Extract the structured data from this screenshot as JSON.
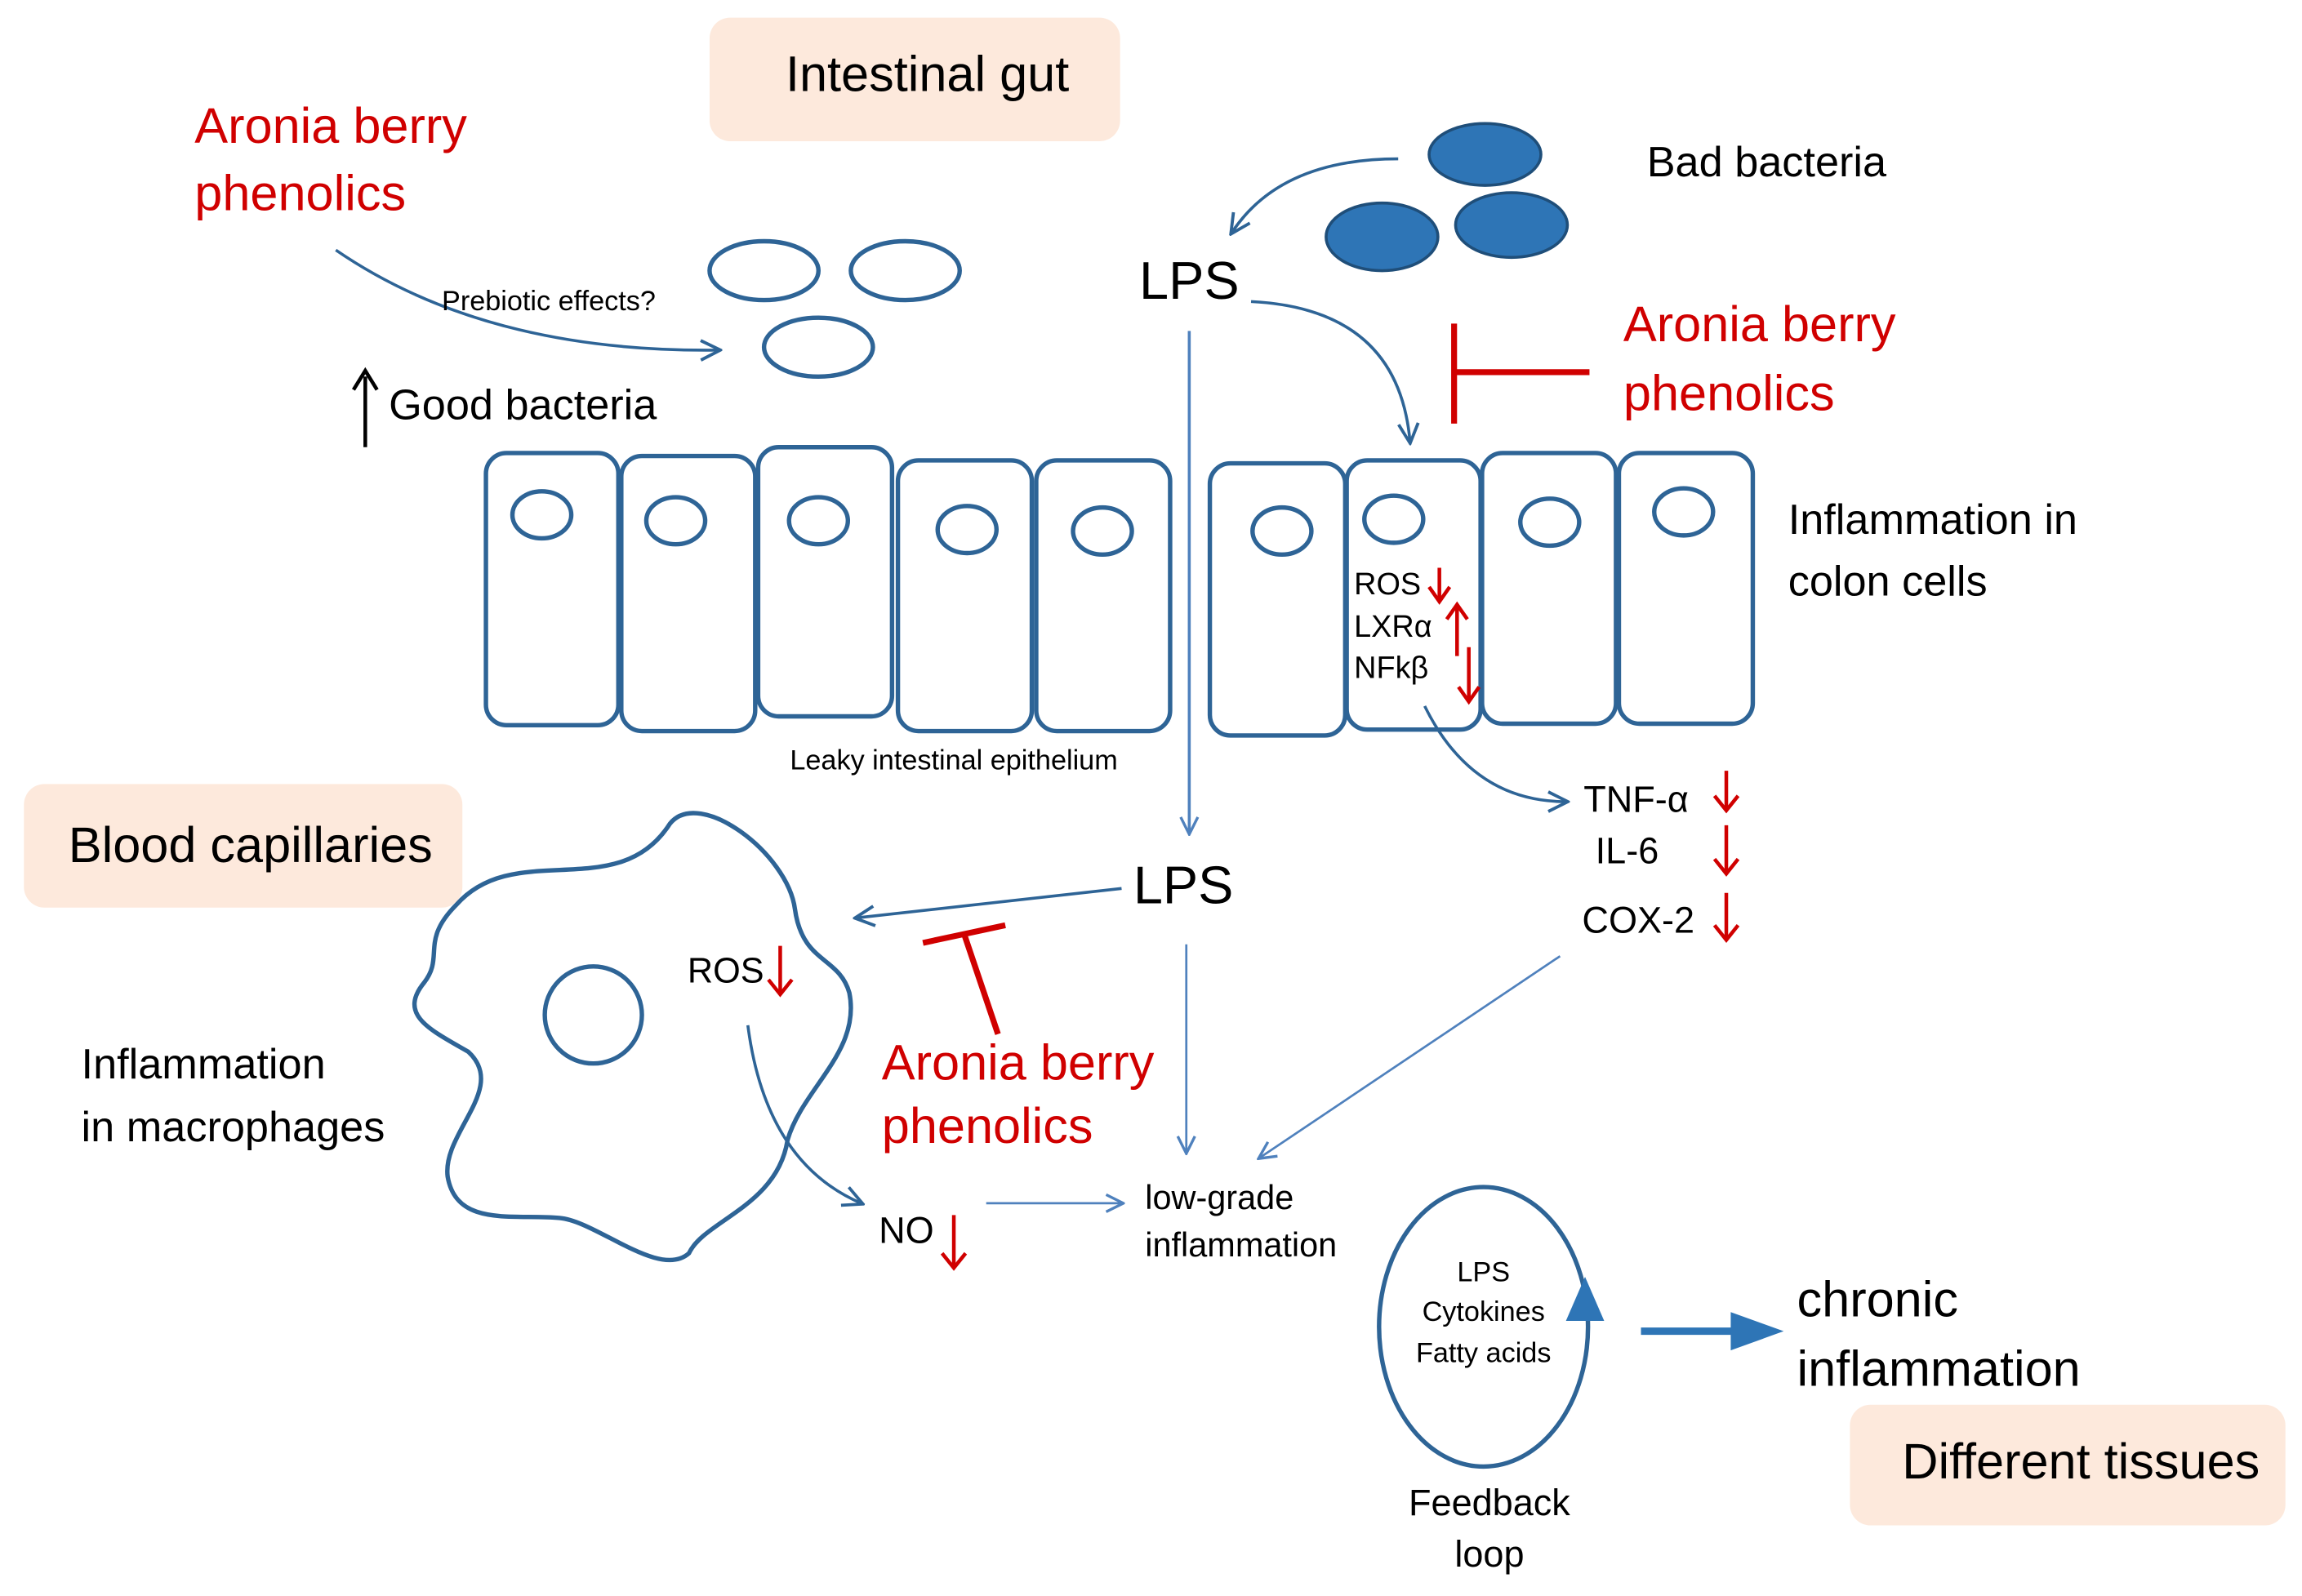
{
  "colors": {
    "cell_stroke": "#2e6496",
    "arrow": "#4f81bd",
    "bacteria_fill": "#2e75b6",
    "red": "#d00000",
    "box_fill": "#fde9dc",
    "text": "#000000"
  },
  "labels": {
    "intestinal_gut": "Intestinal gut",
    "aronia_line1": "Aronia berry",
    "aronia_line2": "phenolics",
    "prebiotic": "Prebiotic effects?",
    "good_bacteria": "Good bacteria",
    "bad_bacteria": "Bad bacteria",
    "lps": "LPS",
    "inflammation_colon_line1": "Inflammation in",
    "inflammation_colon_line2": "colon cells",
    "ros": "ROS",
    "lxr": "LXRα",
    "nfk": "NFkβ",
    "leaky": "Leaky intestinal epithelium",
    "tnf": "TNF-α",
    "il6": "IL-6",
    "cox2": "COX-2",
    "blood_capillaries": "Blood capillaries",
    "inflammation_macro_line1": "Inflammation",
    "inflammation_macro_line2": "in macrophages",
    "no": "NO",
    "lowgrade_line1": "low-grade",
    "lowgrade_line2": "inflammation",
    "loop_lps": "LPS",
    "loop_cytokines": "Cytokines",
    "loop_fatty": "Fatty acids",
    "feedback_line1": "Feedback",
    "feedback_line2": "loop",
    "chronic_line1": "chronic",
    "chronic_line2": "inflammation",
    "different_tissues": "Different tissues"
  }
}
